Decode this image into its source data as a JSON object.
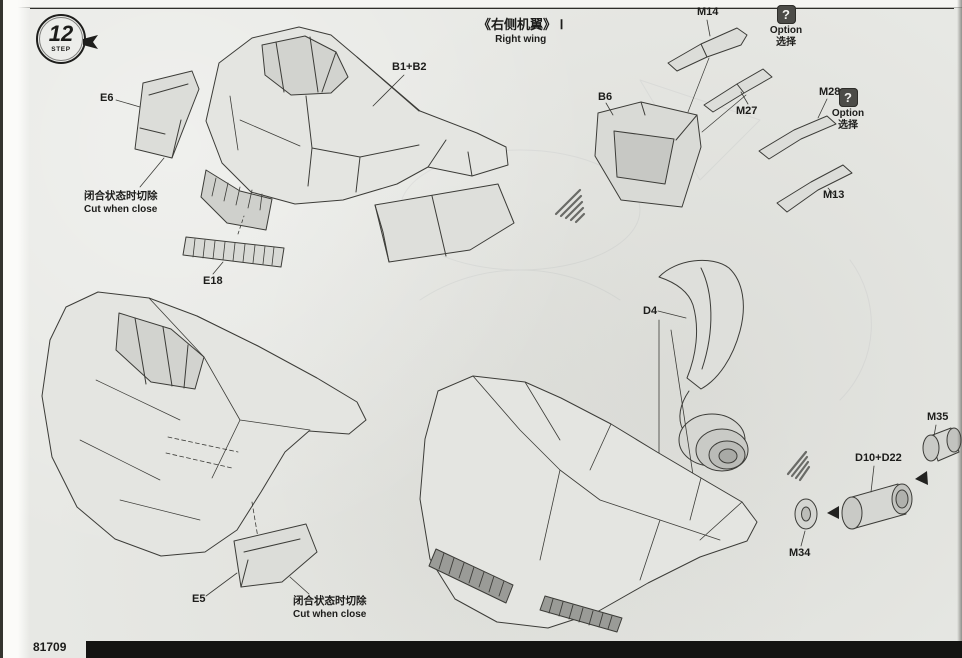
{
  "page": {
    "step": {
      "number": "12",
      "label": "STEP"
    },
    "kit_number": "81709",
    "title": {
      "cn": "《右侧机翼》 Ⅰ",
      "en": "Right wing"
    }
  },
  "notes": {
    "cut_cn": "闭合状态时切除",
    "cut_en": "Cut when close"
  },
  "option": {
    "icon": "?",
    "en": "Option",
    "cn": "选择"
  },
  "part_labels": {
    "e6": "E6",
    "b1b2": "B1+B2",
    "e18": "E18",
    "b6": "B6",
    "m14": "M14",
    "m27": "M27",
    "m28": "M28",
    "m13": "M13",
    "d4": "D4",
    "m34": "M34",
    "m35": "M35",
    "d10d22": "D10+D22",
    "e5": "E5"
  },
  "colors": {
    "paper": "#e7e8e4",
    "ink": "#2b2b28",
    "footer_bar": "#141412"
  }
}
